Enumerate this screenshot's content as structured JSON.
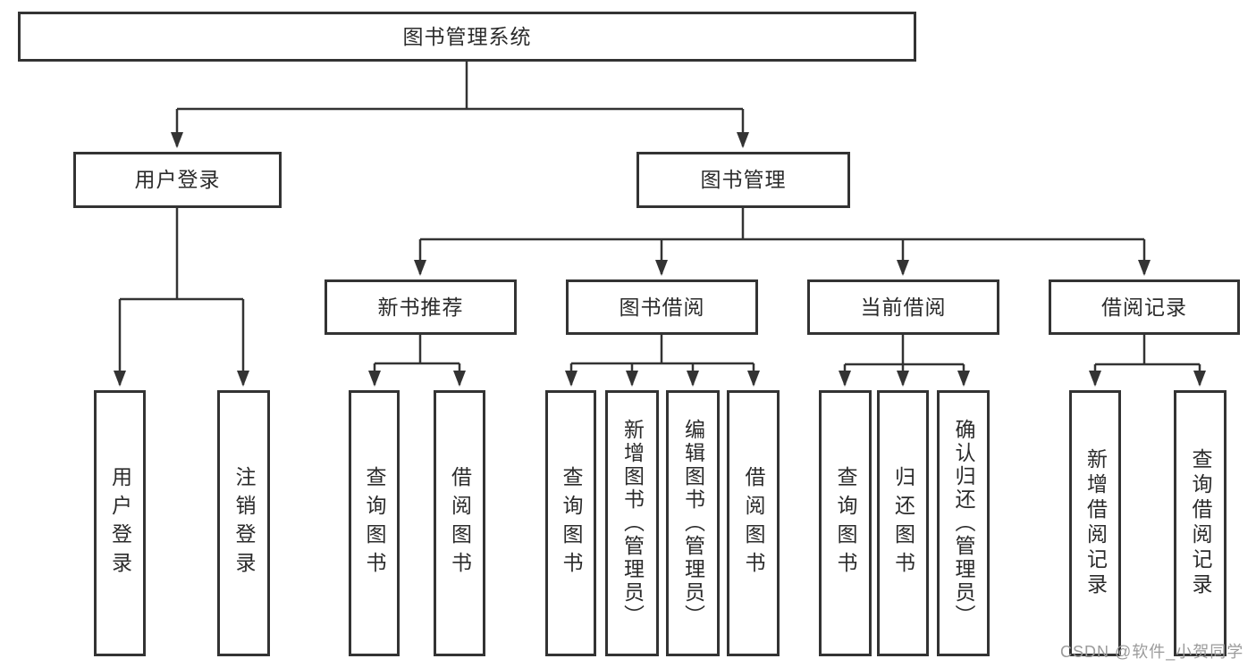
{
  "diagram": {
    "type": "hierarchy-tree",
    "title": "图书管理系统",
    "colors": {
      "line": "#333333",
      "box_border": "#333333",
      "text": "#2b2b2b",
      "background": "#ffffff",
      "watermark_text": "#9b9b9b"
    },
    "nodes": {
      "root": {
        "label": "图书管理系统"
      },
      "user_login": {
        "label": "用户登录"
      },
      "book_mgmt": {
        "label": "图书管理"
      },
      "new_book": {
        "label": "新书推荐"
      },
      "book_borrow": {
        "label": "图书借阅"
      },
      "current_borrow": {
        "label": "当前借阅"
      },
      "borrow_record": {
        "label": "借阅记录"
      },
      "leaf_user_login": {
        "label": "用户登录"
      },
      "leaf_logout": {
        "label": "注销登录"
      },
      "leaf_nb_query_book": {
        "label": "查询图书"
      },
      "leaf_nb_borrow_book": {
        "label": "借阅图书"
      },
      "leaf_bb_query_book": {
        "label": "查询图书"
      },
      "leaf_bb_add_book": {
        "label": "新增图书（管理员）"
      },
      "leaf_bb_edit_book": {
        "label": "编辑图书（管理员）"
      },
      "leaf_bb_borrow_book": {
        "label": "借阅图书"
      },
      "leaf_cb_query_book": {
        "label": "查询图书"
      },
      "leaf_cb_return_book": {
        "label": "归还图书"
      },
      "leaf_cb_confirm": {
        "label": "确认归还（管理员）"
      },
      "leaf_br_add_record": {
        "label": "新增借阅记录"
      },
      "leaf_br_query_record": {
        "label": "查询借阅记录"
      }
    },
    "edges": [
      "root->user_login",
      "root->book_mgmt",
      "user_login->leaf_user_login",
      "user_login->leaf_logout",
      "book_mgmt->new_book",
      "book_mgmt->book_borrow",
      "book_mgmt->current_borrow",
      "book_mgmt->borrow_record",
      "new_book->leaf_nb_query_book",
      "new_book->leaf_nb_borrow_book",
      "book_borrow->leaf_bb_query_book",
      "book_borrow->leaf_bb_add_book",
      "book_borrow->leaf_bb_edit_book",
      "book_borrow->leaf_bb_borrow_book",
      "current_borrow->leaf_cb_query_book",
      "current_borrow->leaf_cb_return_book",
      "current_borrow->leaf_cb_confirm",
      "borrow_record->leaf_br_add_record",
      "borrow_record->leaf_br_query_record"
    ],
    "watermark": "CSDN @软件_小贺同学"
  }
}
